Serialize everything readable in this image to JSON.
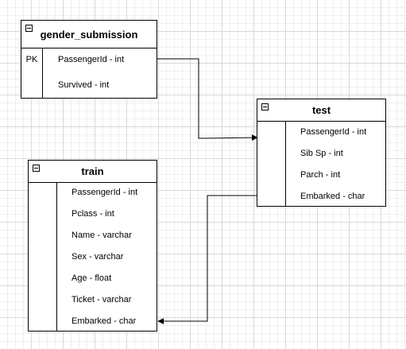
{
  "diagram": {
    "tables": {
      "gender_submission": {
        "title": "gender_submission",
        "key_label": "PK",
        "fields": [
          "PassengerId - int",
          "Survived - int"
        ]
      },
      "test": {
        "title": "test",
        "fields": [
          "PassengerId - int",
          "Sib Sp - int",
          "Parch - int",
          "Embarked - char"
        ]
      },
      "train": {
        "title": "train",
        "fields": [
          "PassengerId - int",
          "Pclass - int",
          "Name - varchar",
          "Sex - varchar",
          "Age - float",
          "Ticket - varchar",
          "Embarked - char"
        ]
      }
    },
    "relationships": [
      {
        "from": "gender_submission.PassengerId",
        "to": "test"
      },
      {
        "from": "test.Embarked",
        "to": "train.Embarked"
      }
    ]
  }
}
